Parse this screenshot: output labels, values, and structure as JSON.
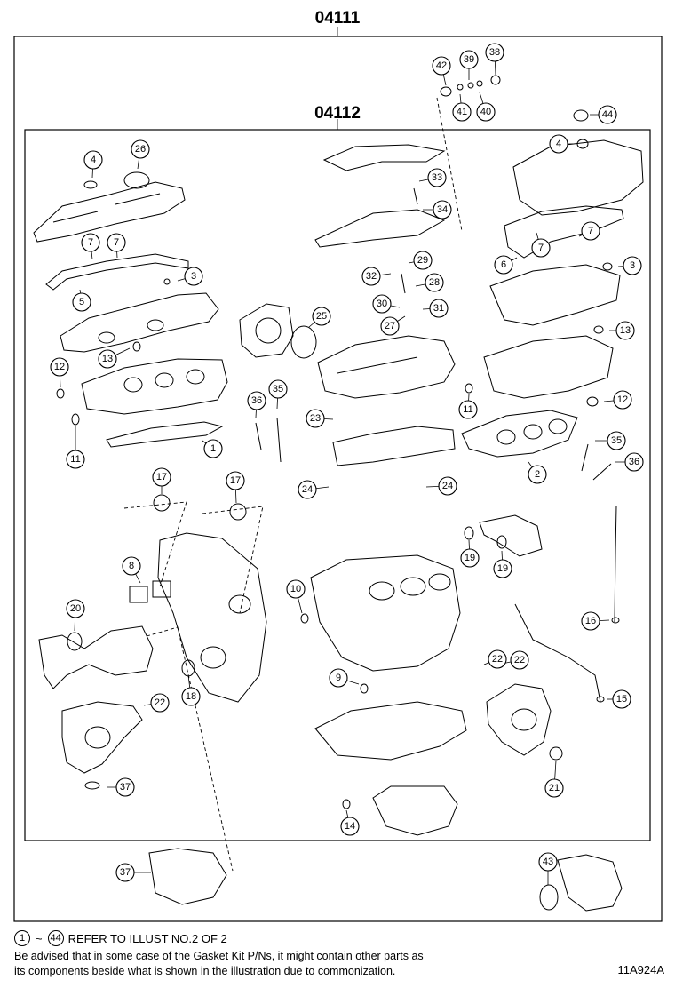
{
  "kits": {
    "outer_label": "04111",
    "inner_label": "04112"
  },
  "callouts": [
    "1",
    "2",
    "3",
    "3",
    "4",
    "4",
    "5",
    "6",
    "7",
    "7",
    "7",
    "7",
    "8",
    "9",
    "10",
    "11",
    "11",
    "12",
    "12",
    "13",
    "13",
    "14",
    "15",
    "16",
    "17",
    "17",
    "18",
    "19",
    "19",
    "20",
    "21",
    "22",
    "22",
    "22",
    "23",
    "24",
    "24",
    "25",
    "26",
    "27",
    "28",
    "29",
    "30",
    "31",
    "32",
    "33",
    "34",
    "35",
    "35",
    "36",
    "36",
    "37",
    "37",
    "38",
    "39",
    "40",
    "41",
    "42",
    "43",
    "44"
  ],
  "footer": {
    "range_start": "1",
    "range_end": "44",
    "range_sep": "~",
    "reference_text": "REFER TO ILLUST NO.2 OF 2",
    "notice_line1": "Be advised that in some case of the Gasket Kit P/Ns,  it might contain other parts as",
    "notice_line2": "its components beside what is shown in the illustration due to commonization.",
    "drawing_code": "11A924A"
  }
}
